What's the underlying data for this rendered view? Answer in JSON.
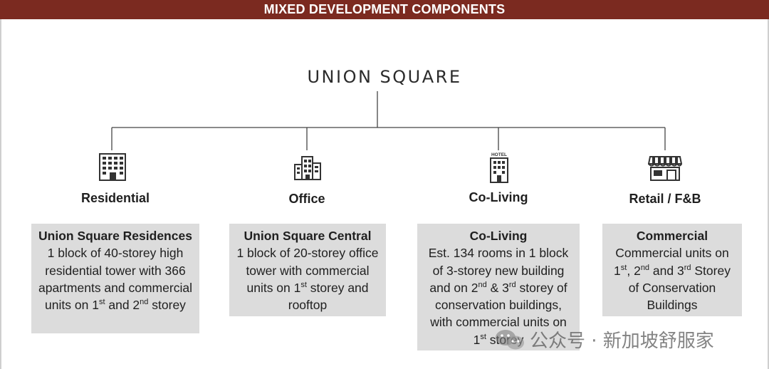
{
  "header": {
    "title": "MIXED DEVELOPMENT COMPONENTS"
  },
  "root": {
    "title": "UNION SQUARE"
  },
  "categories": [
    {
      "label": "Residential",
      "icon": "apartment-building-icon",
      "box_title": "Union Square Residences",
      "box_text": "1 block of 40-storey high residential tower with 366 apartments and commercial units on 1st and 2nd storey"
    },
    {
      "label": "Office",
      "icon": "office-building-icon",
      "box_title": "Union Square Central",
      "box_text": "1 block of 20-storey office tower with commercial units on 1st storey and rooftop"
    },
    {
      "label": "Co-Living",
      "icon": "hotel-icon",
      "icon_text": "HOTEL",
      "box_title": "Co-Living",
      "box_text": "Est. 134 rooms in 1 block of 3-storey new building and on 2nd & 3rd storey of conservation buildings, with commercial units on 1st storey"
    },
    {
      "label": "Retail / F&B",
      "icon": "storefront-icon",
      "box_title": "Commercial",
      "box_text": "Commercial units on 1st, 2nd and 3rd Storey of Conservation Buildings"
    }
  ],
  "watermark": {
    "text": "公众号 · 新加坡舒服家",
    "icon": "wechat-logo-icon"
  },
  "colors": {
    "header_bg": "#7b2a20",
    "box_bg": "#dcdcdc",
    "line": "#444444"
  }
}
